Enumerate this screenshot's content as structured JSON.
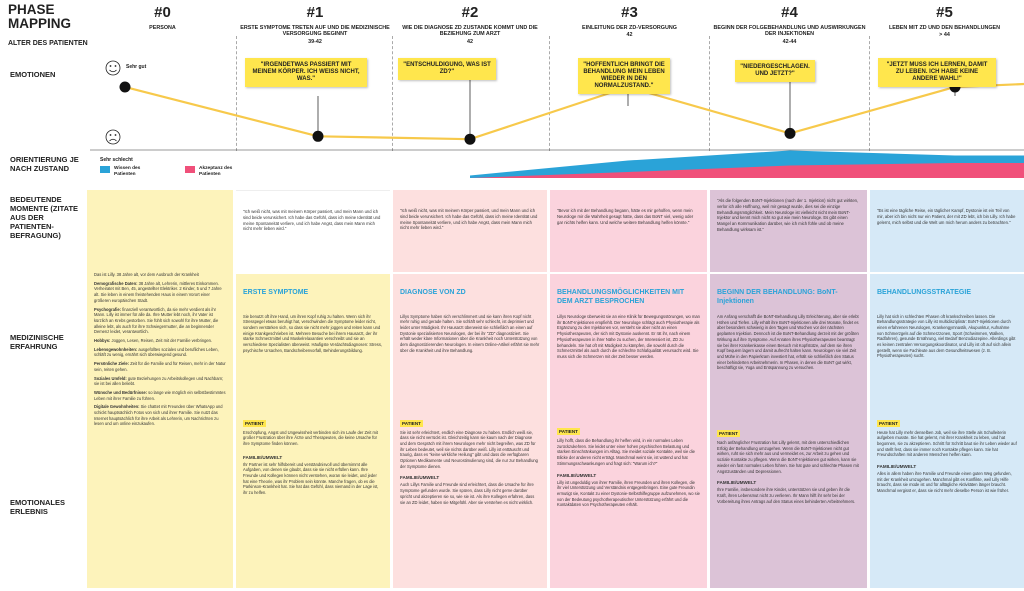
{
  "title_line1": "PHASE",
  "title_line2": "MAPPING",
  "age_label": "ALTER DES PATIENTEN",
  "row_labels": {
    "emotions": "EMOTIONEN",
    "orientation": "ORIENTIERUNG JE NACH ZUSTAND",
    "moments": "BEDEUTENDE MOMENTE (ZITATE AUS DER PATIENTEN-BEFRAGUNG)",
    "medical": "MEDIZINISCHE ERFAHRUNG",
    "emotional": "EMOTIONALES ERLEBNIS"
  },
  "mood": {
    "good": "Sehr gut",
    "bad": "Sehr schlecht"
  },
  "legend": {
    "knowledge": "Wissen des Patienten",
    "acceptance": "Akzeptanz des Patienten",
    "knowledge_color": "#2aa3d8",
    "acceptance_color": "#f0507a"
  },
  "phases": [
    {
      "num": "#0",
      "title": "PERSONA",
      "age": ""
    },
    {
      "num": "#1",
      "title": "ERSTE SYMPTOME TRETEN AUF UND DIE MEDIZINISCHE VERSORGUNG BEGINNT",
      "age": "39-42"
    },
    {
      "num": "#2",
      "title": "WIE DIE DIAGNOSE ZD ZUSTANDE KOMMT UND DIE BEZIEHUNG ZUM ARZT",
      "age": "42"
    },
    {
      "num": "#3",
      "title": "EINLEITUNG DER ZD-VERSORGUNG",
      "age": "42"
    },
    {
      "num": "#4",
      "title": "BEGINN DER FOLGEBEHANDLUNG UND AUSWIRKUNGEN DER INJEKTIONEN",
      "age": "42-44"
    },
    {
      "num": "#5",
      "title": "LEBEN MIT ZD UND DEN BEHANDLUNGEN",
      "age": "> 44"
    }
  ],
  "notes": [
    "\"IRGENDETWAS PASSIERT MIT MEINEM KÖRPER. ICH WEISS NICHT, WAS.\"",
    "\"ENTSCHULDIGUNG, WAS IST ZD?\"",
    "\"HOFFENTLICH BRINGT DIE BEHANDLUNG MEIN LEBEN WIEDER IN DEN NORMALZUSTAND.\"",
    "\"NIEDERGESCHLAGEN. UND JETZT?\"",
    "\"JETZT MUSS ICH LERNEN, DAMIT ZU LEBEN. ICH HABE KEINE ANDERE WAHL!\""
  ],
  "persona": {
    "intro": "Das ist Lilly. 38 Jahre alt, vor dem Ausbruch der Krankheit",
    "demo_label": "Demografische Daten:",
    "demo": "38 Jahre alt, Lehrerin, mittleres Einkommen. Verheiratet mit Ben, 45, angestellter Elektriker. 2 Kinder, 5 und 7 Jahre alt. Sie leben in einem freistehenden Haus in einem Vorort einer größeren europäischen Stadt.",
    "psycho_label": "Psychografie:",
    "psycho": "finanziell verantwortlich, da sie mehr verdient als ihr Mann. Lilly ist immer für alle da. Ihre Mutter lebt noch, ihr Vater ist kürzlich an Krebs gestorben. Sie fühlt sich sowohl für ihre Mutter, die alleine lebt, als auch für ihre Schwiegermutter, die an beginnender Demenz leidet, verantwortlich.",
    "hobby_label": "Hobbys:",
    "hobby": "Joggen, Lesen, Reisen, Zeit mit der Familie verbringen.",
    "life_label": "Lebensgewohnheiten:",
    "life": "ausgefülltes soziales und berufliches Leben, schläft zu wenig, ernährt sich überwiegend gesund.",
    "goals_label": "Persönliche Ziele:",
    "goals": "Zeit für die Familie und für Reisen, mehr in der Natur sein, reiten gehen.",
    "social_label": "Soziales Umfeld:",
    "social": "gute Beziehungen zu Arbeitskollegen und Nachbarn; sie ist bei allen beliebt.",
    "wish_label": "Wünsche und Bedürfnisse:",
    "wish": "so lange wie möglich ein selbstbestimmtes Leben mit ihrer Familie zu führen.",
    "digital_label": "Digitale Gewohnheiten:",
    "digital": "Sie chattet mit Freunden über WhatsApp und schickt hauptsächlich Fotos von sich und ihrer Familie. Sie nutzt das Internet hauptsächlich für ihre Arbeit als Lehrerin, um Nachrichten zu lesen und um online einzukaufen."
  },
  "patient_label": "PATIENT",
  "family_label": "FAMILIE/UMWELT",
  "columns": [
    {
      "quote": "\"Ich weiß nicht, was mit meinem Körper passiert, und mein Mann und ich sind beide verunsichert. Ich habe das Gefühl, dass ich meine Identität und meine Spontaneität verliere, und ich habe Angst, dass mein Mann mich nicht mehr lieben wird.\"",
      "heading": "ERSTE SYMPTOME",
      "medical": "Sie benutzt oft ihre Hand, um ihren Kopf ruhig zu halten. Wenn sich ihr Stresspegel etwas beruhigt hat, verschwinden die Symptome leider nicht, sondern verstärken sich, so dass sie nicht mehr joggen und reiten kann und einige Krankgeschrieben ist. Mehrere Besuche bei ihrem Hausarzt, der ihr starke Schmerzmittel und Muskelrelaxantien verschreibt und sie an verschiedene Spezialisten überweist. Häufigste Verdachtsdiagnosen: Stress, psychische Ursachen, Bandscheibenvorfall, Behinderungsbildung.",
      "patient": "Erschöpfung, Angst und Ungewissheit verbinden sich im Laufe der Zeit mit großer Frustration über ihre Ärzte und Therapeuten, die keine Ursache für ihre Symptome finden können.",
      "family": "Ihr Partner ist sehr hilfsbereit und verständnisvoll und übernimmt alle Aufgaben, von denen sie glaubt, dass sie sie nicht erfüllen kann. Ihre Freunde und Kollegen können nicht verstehen, woran sie leidet, und jeder hat eine Theorie, was ihr Problem sein könnte. Manche fragen, ob es die Parkinson-Krankheit hat. Sie hat das Gefühl, dass niemand in der Lage ist, ihr zu helfen."
    },
    {
      "quote": "\"Ich weiß nicht, was mit meinem Körper passiert, und mein Mann und ich sind beide verunsichert. Ich habe das Gefühl, dass ich meine Identität und meine Spontaneität verliere, und ich habe Angst, dass mein Mann mich nicht mehr lieben wird.\"",
      "heading": "DIAGNOSE VON ZD",
      "medical": "Lillys Symptome haben sich verschlimmert und sie kann ihren Kopf nicht mehr ruhig und gerade halten. Sie schläft sehr schlecht, ist deprimiert und leidet unter Müdigkeit. Ihr Hausarzt überweist sie schließlich an einen auf Dystonie spezialisierten Neurologen, der bei ihr \"ZD\" diagnostiziert. Sie erhält weder klare Informationen über die Krankheit noch Unterstützung von dem diagnostizierenden Neurologen. In einem Online-Artikel erfährt sie mehr über die Krankheit und ihre Behandlung.",
      "patient": "Sie ist sehr erleichtert, endlich eine Diagnose zu haben. Endlich weiß sie, dass sie nicht verrückt ist. Gleichzeitig kann sie kaum nach der Diagnose und dem Gespräch mit ihrem Neurologen mehr nicht begreifen, was ZD für ihr Leben bedeutet, weil sie nichts darüber weiß. Lilly ist enttäuscht und traurig, dass es \"keine wirkliche Heilung\" gibt und dass die verfügbaren Optionen Medikamente und Neurostimulierung sind, die nur zur Behandlung der Symptome dienen.",
      "family": "Auch Lillys Familie und Freunde sind erleichtert, dass die Ursache für ihre Symptome gefunden wurde. Sie spüren, dass Lilly nicht gerne darüber spricht und akzeptieren sie so, wie sie ist. Als ihre Kollegen erfahren, dass sie an ZD leidet, haben sie Mitgefühl. Aber sie verstehen es nicht wirklich."
    },
    {
      "quote": "\"Bevor ich mit der Behandlung begann, hätte es mir geholfen, wenn mein Neurologe mir die Wahrheit gesagt hätte, dass das BoNT viel, wenig oder gar nichts helfen kann. Und welche weitere Behandlung helfen könnte.\"",
      "heading": "BEHANDLUNGSMÖGLICHKEITEN MIT DEM ARZT BESPROCHEN",
      "medical": "Lillys Neurologe überweist sie an eine Klinik für Bewegungsstörungen, wo man ihr BoNT-Injektionen empfiehlt. Der Neurologe schlägt auch Physiotherapie als Ergänzung zu den Injektionen vor, versteht sie aber nicht an einen Physiotherapeuten, der sich mit Dystonie auskennt. Er rät ihr, nach einem Physiotherapeuten in ihrer Nähe zu suchen, der Interessiert ist, ZD zu behandeln. Sie hat oft mit Müdigkeit zu kämpfen, die sowohl durch die Schmerzmittel als auch durch die schlechte Schlafqualität verursacht wird. Sie muss sich die Schmerzen mit der Zeit besser werden.",
      "patient": "Lilly hofft, dass die Behandlung ihr helfen wird, in ein normales Leben zurückzukehren. Sie leidet unter einer hohen psychischen Belastung und starken Einschränkungen im Alltag. Sie meidet soziale Kontakte, weil sie die Blicke der anderen nicht erträgt. Manchmal weint sie, ist wütend und hat Stimmungsschwankungen und fragt sich: \"Warum ich?\"",
      "family": "Lilly ist ungeduldig von ihrer Familie, ihren Freunden und ihren Kollegen, die ihr viel Unterstützung und Verständnis entgegenbringen. Eine gute Freundin ermutigt sie, Kontakt zu einer Dystonie-Selbsthilfegruppe aufzunehmen, wo sie von der Bedeutung psychotherapeutischer Unterstützung erfährt und die Kontaktdaten von Psychotherapeuten erhält."
    },
    {
      "quote": "\"Als die folgenden BoNT-Injektionen (nach der 1. Injektion) nicht gut wirkten, verlor ich alle Hoffnung, weil mir gesagt wurde, dies sei die einzige Behandlungsmöglichkeit. Mein Neurologe ist vielleicht nicht mein BoNT-Injektor und kennt mich nicht so gut wie mein Neurologe. Es gibt einen Mangel an Kommunikation darüber, wie ich mich fühle und ob meine Behandlung wirksam ist.\"",
      "heading": "BEGINN DER BEHANDLUNG: BoNT-Injektionen",
      "medical": "Am Anfang verschafft die BoNT-Behandlung Lilly Erleichterung, aber sie erlebt Höhen und Tiefen. Lilly erhält ihre BoNT-Injektionen alle drei Monate, findet es aber besonders schwierig in den Tagen und Wochen vor der nächsten geplanten Injektion. Dennoch ist die BoNT-Behandlung derzeit mit der größten Wirkung auf ihre Symptome. Auf Anraten ihres Physiotherapeuten beantragt sie bei ihrer Krankenkasse einen Besuch mit Kopfstütze, auf dem sie ihren Kopf bequem lagern und damit aufrecht halten kann. Neurologen sie viel Zeit und Mühe in den Papierkram investiert hat, erhält sie schließlich den Status einer behinderten Arbeitnehmerin. In Phasen, in denen die BoNT gut wirkt, beschäftigt sie, Yoga und Entspannung zu versuchen.",
      "patient": "Nach anfänglicher Frustration hat Lilly gelernt, mit dem unterschiedlichen Erfolg der Behandlung umzugehen. Wenn die BoNT-Injektionen nicht gut wirken, ruht sie sich mehr aus und vermeidet es, zur Arbeit zu gehen und soziale Kontakte zu pflegen. Wenn die BoNT-Injektionen gut wirken, kann sie wieder ein fast normales Leben führen. Sie hat gute und schlechte Phasen mit Angstzuständen und Depressionen.",
      "family": "Ihre Familie, insbesondere ihre Kinder, unterstützen sie und geben ihr die Kraft, ihren Lebensmut nicht zu verlieren. Ihr Mann hilft ihr sehr bei der Vorbereitung ihres Antrags auf den Status eines behinderten Arbeitnehmers."
    },
    {
      "quote": "\"Es ist eine tägliche Reise, ein täglicher Kampf, Dystonie ist ein Teil von mir, aber ich bin nicht nur ein Patient, der mit ZD lebt, ich bin Lilly. Ich habe gelernt, mich selbst und die Welt um mich herum anders zu betrachten.\"",
      "heading": "Behandlungsstrategie",
      "medical": "Lilly hat sich in schlechten Phasen oft krankschreiben lassen. Die Behandlungsstrategie von Lilly ist multidisziplinär: BoNT-Injektionen durch einen erfahrenen Neurologen, Krankengymnastik, Akupunktur, Aufnahme von Schmerzgels auf die Schmerzzonen, Sport (Schwimmen, Walken, Radfahren), gesunde Ernährung, viel Bedarf Benzodiazepine. Allerdings gibt es keinen zentralen Versorgungskoordinator, und Lilly ist oft auf sich allein gestellt, wenn sie Fachleute aus dem Gesundheitswesen (z. B. Physiotherapeuten) sucht.",
      "patient": "Heute hat Lilly mehr denselben Job, weil sie ihre Stelle als Schulleiterin aufgeben musste. Sie hat gelernt, mit ihrer Krankheit zu leben, und hat begonnen, sie zu akzeptieren. Schritt für Schritt baut sie ihr Leben wieder auf und stellt fest, dass sie immer noch Kontakte pflegen kann. Sie hat Freundschaften mit anderen Menschen helfen kann.",
      "family": "Alles in allem haben ihre Familie und Freunde einen guten Weg gefunden, mit der Krankheit umzugehen. Manchmal gibt es Konflikte, weil Lilly Hilfe braucht, dass sie müde ist und für alltägliche Aktivitäten länger braucht. Manchmal vergisst er, dass sie nicht mehr dieselbe Person ist wie früher."
    }
  ],
  "chart_data": {
    "type": "line",
    "title": "",
    "xlabel": "",
    "ylabel": "",
    "categories": [
      "#0",
      "#1",
      "#2",
      "#3",
      "#4",
      "#5"
    ],
    "series": [
      {
        "name": "",
        "values": [
          1.0,
          0.15,
          0.1,
          1.0,
          0.2,
          1.0
        ]
      },
      {
        "name": "Wissen des Patienten",
        "values": [
          0,
          0,
          0.05,
          0.35,
          0.55,
          0.45
        ]
      },
      {
        "name": "Akzeptanz des Patienten",
        "values": [
          0,
          0,
          0,
          0.12,
          0.25,
          0.3
        ]
      }
    ],
    "ylim": [
      0,
      1
    ]
  }
}
